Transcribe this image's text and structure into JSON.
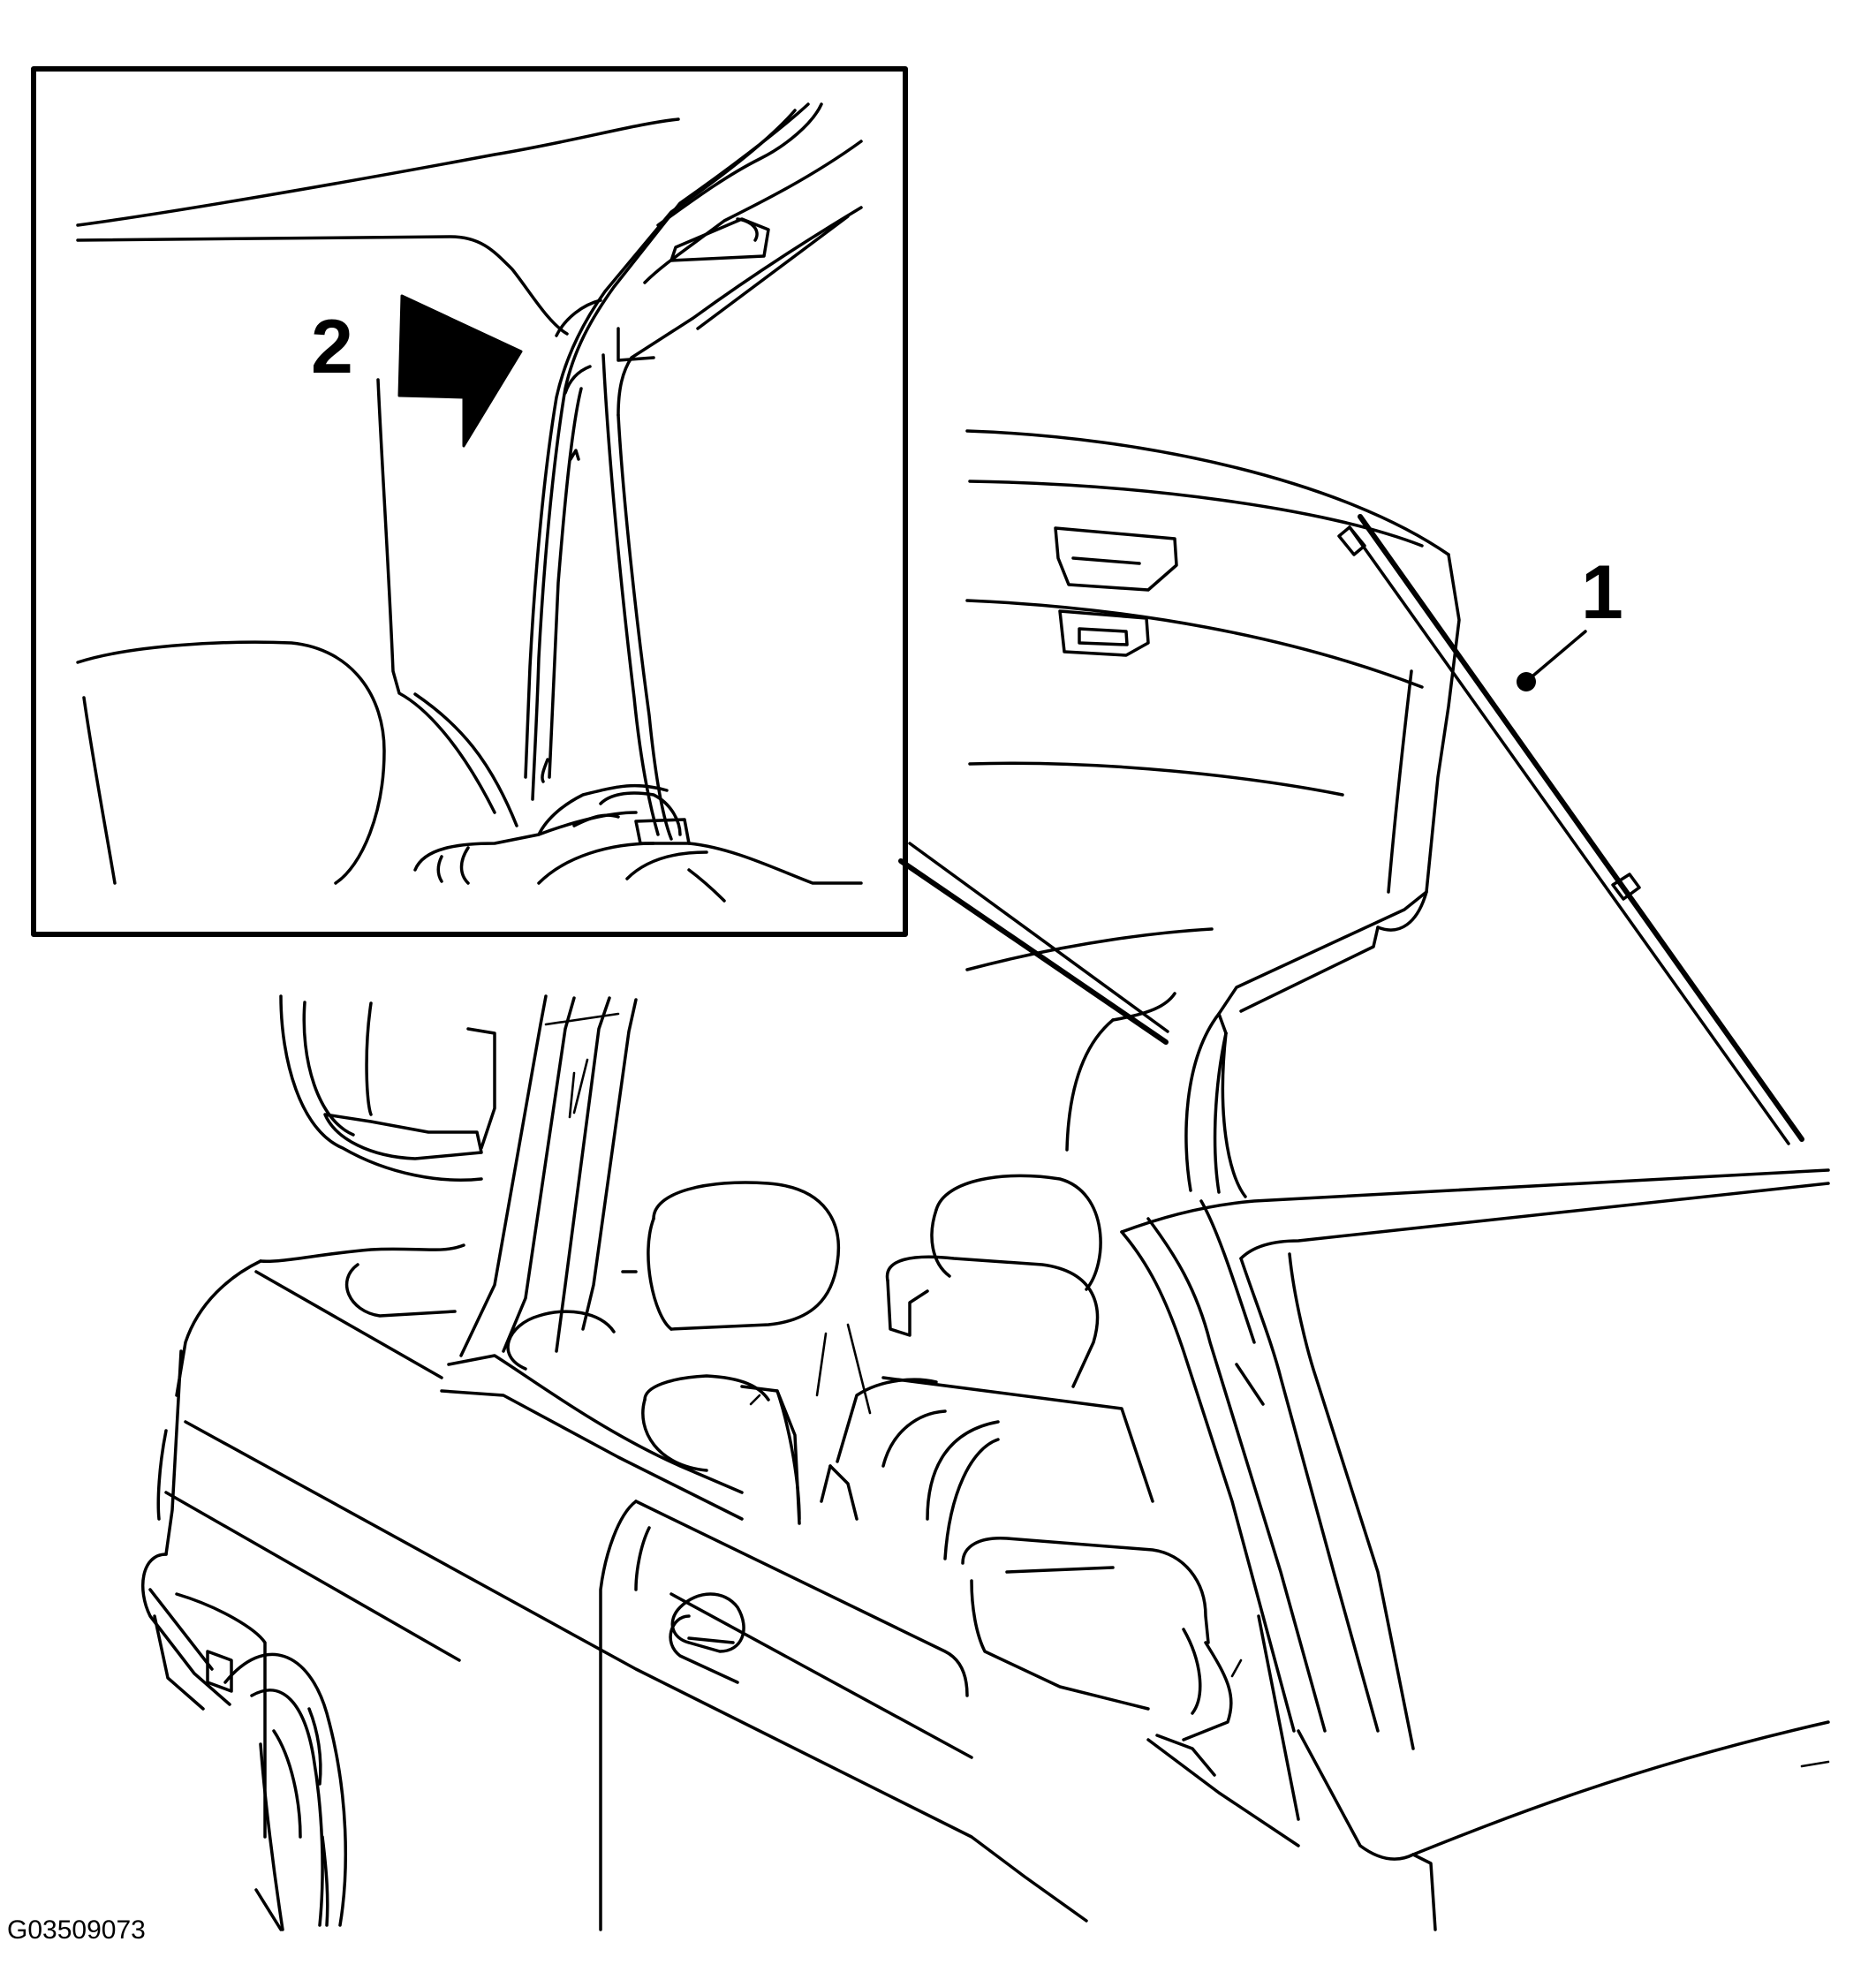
{
  "callouts": {
    "strut": "1",
    "detail_arrow": "2"
  },
  "figure_id": "G03509073"
}
